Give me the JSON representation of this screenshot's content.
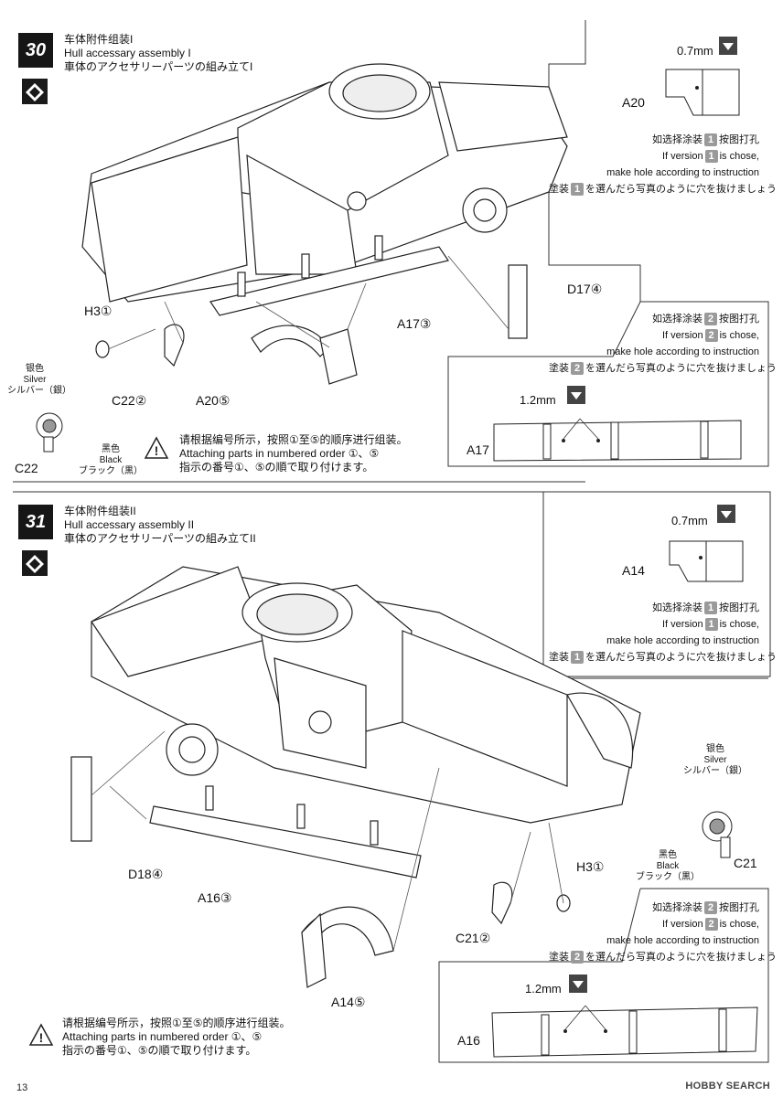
{
  "page_number": "13",
  "watermark": "HOBBY SEARCH",
  "steps": [
    {
      "number": "30",
      "title_cn": "车体附件组装I",
      "title_en": "Hull accessary assembly I",
      "title_jp": "車体のアクセサリーパーツの組み立てI",
      "parts": {
        "h3": "H3",
        "h3_num": "①",
        "c22": "C22",
        "c22_num": "②",
        "a17": "A17",
        "a17_num": "③",
        "d17": "D17",
        "d17_num": "④",
        "a20": "A20",
        "a20_num": "⑤"
      },
      "paint": {
        "silver_cn": "银色",
        "silver_en": "Silver",
        "silver_jp": "シルバー（銀）",
        "black_cn": "黑色",
        "black_en": "Black",
        "black_jp": "ブラック（黒）",
        "part": "C22"
      },
      "order_note_cn": "请根据编号所示，按照①至⑤的顺序进行组装。",
      "order_note_en": "Attaching parts in numbered order ①、⑤",
      "order_note_jp": "指示の番号①、⑤の順で取り付けます。",
      "callout_top": {
        "drill": "0.7mm",
        "part": "A20",
        "version": "1",
        "line_cn": "按图打孔",
        "line_cn_prefix": "如选择涂装",
        "line_en1_prefix": "If version",
        "line_en1_suffix": "is chose,",
        "line_en2": "make hole according to instruction",
        "line_jp_prefix": "塗装",
        "line_jp_suffix": "を選んだら写真のように穴を抜けましょう"
      },
      "callout_bottom": {
        "drill": "1.2mm",
        "part": "A17",
        "version": "2",
        "line_cn": "按图打孔",
        "line_cn_prefix": "如选择涂装",
        "line_en1_prefix": "If version",
        "line_en1_suffix": "is chose,",
        "line_en2": "make hole according to instruction",
        "line_jp_prefix": "塗装",
        "line_jp_suffix": "を選んだら写真のように穴を抜けましょう"
      }
    },
    {
      "number": "31",
      "title_cn": "车体附件组装II",
      "title_en": "Hull accessary assembly II",
      "title_jp": "車体のアクセサリーパーツの組み立てII",
      "parts": {
        "d18": "D18",
        "d18_num": "④",
        "a16": "A16",
        "a16_num": "③",
        "a14": "A14",
        "a14_num": "⑤",
        "c21": "C21",
        "c21_num": "②",
        "h3": "H3",
        "h3_num": "①"
      },
      "paint": {
        "silver_cn": "银色",
        "silver_en": "Silver",
        "silver_jp": "シルバー（銀）",
        "black_cn": "黑色",
        "black_en": "Black",
        "black_jp": "ブラック（黒）",
        "part": "C21"
      },
      "order_note_cn": "请根据编号所示，按照①至⑤的顺序进行组装。",
      "order_note_en": "Attaching parts in numbered order ①、⑤",
      "order_note_jp": "指示の番号①、⑤の順で取り付けます。",
      "callout_top": {
        "drill": "0.7mm",
        "part": "A14",
        "version": "1",
        "line_cn": "按图打孔",
        "line_cn_prefix": "如选择涂装",
        "line_en1_prefix": "If version",
        "line_en1_suffix": "is chose,",
        "line_en2": "make hole according to instruction",
        "line_jp_prefix": "塗装",
        "line_jp_suffix": "を選んだら写真のように穴を抜けましょう"
      },
      "callout_bottom": {
        "drill": "1.2mm",
        "part": "A16",
        "version": "2",
        "line_cn": "按图打孔",
        "line_cn_prefix": "如选择涂装",
        "line_en1_prefix": "If version",
        "line_en1_suffix": "is chose,",
        "line_en2": "make hole according to instruction",
        "line_jp_prefix": "塗装",
        "line_jp_suffix": "を選んだら写真のように穴を抜けましょう"
      }
    }
  ]
}
